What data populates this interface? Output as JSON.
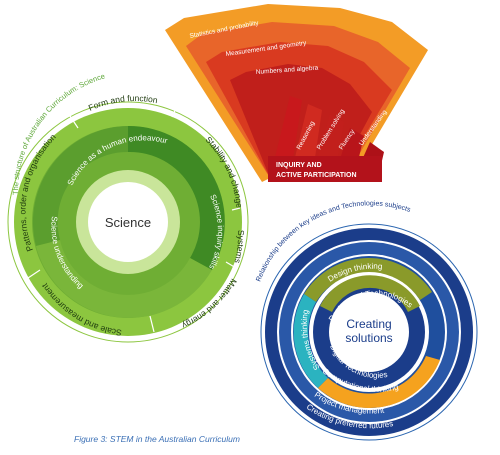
{
  "caption": "Figure 3: STEM in the Australian Curriculum",
  "science": {
    "outer_caption": "The structure of Australian Curriculum: Science",
    "center": "Science",
    "strands": [
      "Science as a human endeavour",
      "Science understanding",
      "Science inquiry skills"
    ],
    "concepts": [
      "Form and function",
      "Stability and change",
      "Systems",
      "Matter and energy",
      "Scale and measurement",
      "Patterns, order and organisation"
    ]
  },
  "maths": {
    "content": [
      "Statistics and probability",
      "Measurement and geometry",
      "Numbers and algebra"
    ],
    "proficiencies": [
      "Reasoning",
      "Problem solving",
      "Fluency",
      "Understanding"
    ],
    "banner_line1": "INQUIRY AND",
    "banner_line2": "ACTIVE PARTICIPATION"
  },
  "technologies": {
    "outer_caption": "Relationship between key ideas and Technologies subjects",
    "center_line1": "Creating",
    "center_line2": "solutions",
    "inner_labels": [
      "Design and Technologies",
      "Digital Technologies"
    ],
    "ring_labels": [
      "Design thinking",
      "Systems thinking",
      "Computational thinking",
      "Project management",
      "Creating preferred futures"
    ]
  },
  "colors": {
    "science_light": "#8cc63f",
    "science_mid": "#5a9e2f",
    "science_dark": "#2f6b1a",
    "maths_orange": "#f39c26",
    "maths_red": "#d63a1f",
    "maths_dark_red": "#b3121b",
    "tech_navy": "#1b3d8a",
    "tech_blue": "#2a65b0",
    "tech_teal": "#2bb3c0",
    "tech_olive": "#8a9a2a",
    "tech_orange": "#f5a21e"
  }
}
